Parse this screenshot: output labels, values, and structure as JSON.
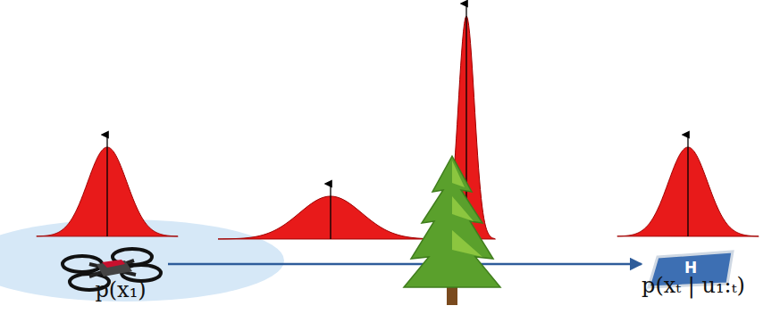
{
  "diagram": {
    "labels": [
      "p(x₁)",
      "p(xₜ | u₁:ₜ)",
      "H"
    ]
  }
}
